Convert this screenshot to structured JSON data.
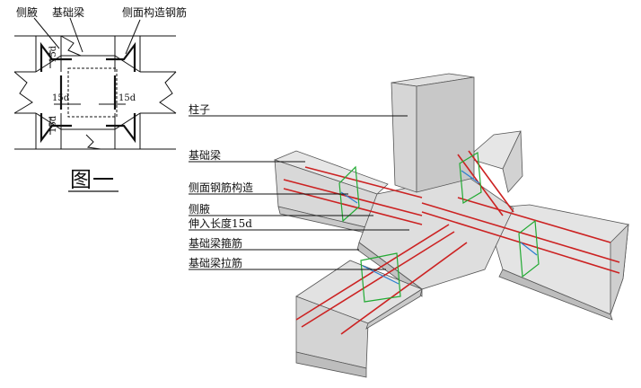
{
  "plan": {
    "labels": {
      "side_haunch": "侧腋",
      "foundation_beam": "基础梁",
      "side_rebar": "侧面构造钢筋"
    },
    "dims": [
      "15d",
      "15d",
      "15d",
      "15d"
    ],
    "figure_title": "图一"
  },
  "iso": {
    "callouts": [
      "柱子",
      "基础梁",
      "侧面钢筋构造",
      "侧腋",
      "伸入长度15d",
      "基础梁箍筋",
      "基础梁拉筋"
    ]
  },
  "colors": {
    "line": "#111111",
    "rebar": "#cc2222",
    "stirrup": "#22aa33",
    "tie": "#2a7fd0",
    "concrete_light": "#e6e6e6",
    "concrete_mid": "#d2d2d2",
    "concrete_dark": "#bdbdbd"
  }
}
